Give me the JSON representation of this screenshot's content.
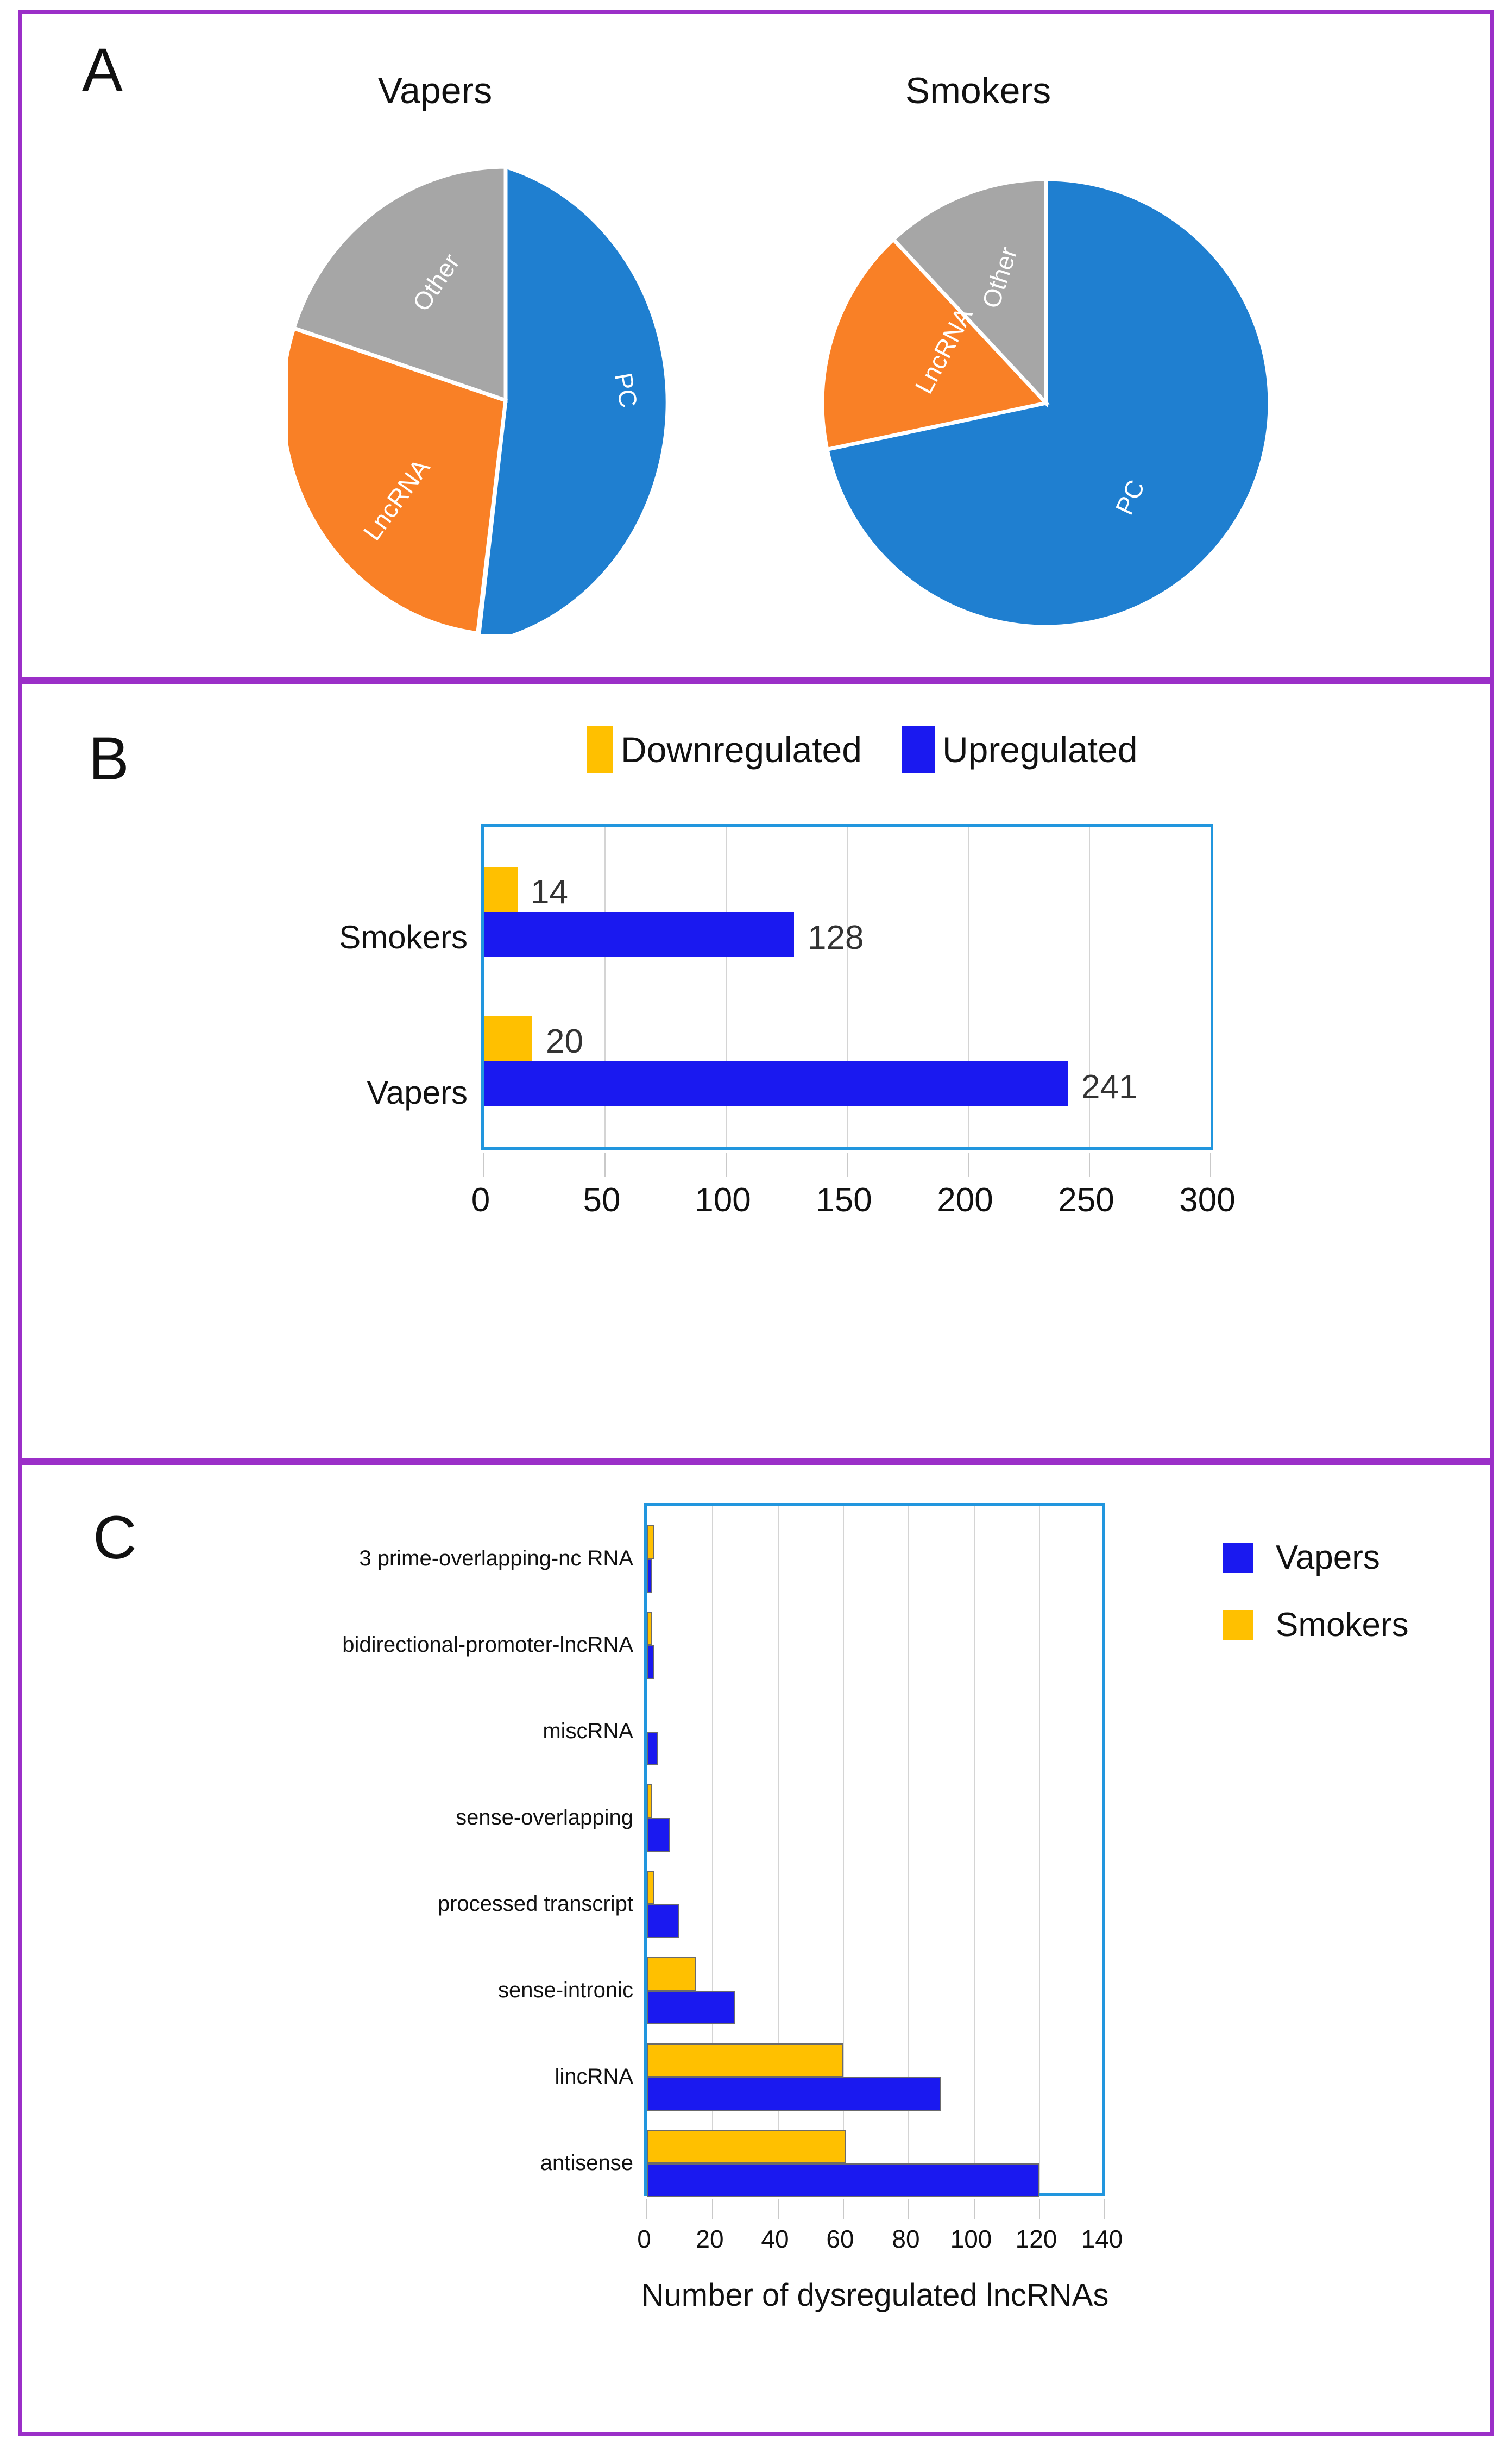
{
  "figure": {
    "border_color": "#9B2FC8",
    "background": "#ffffff"
  },
  "panel_a": {
    "letter": "A",
    "charts": [
      {
        "title": "Vapers",
        "type": "pie",
        "labels": [
          "PC",
          "LncRNA",
          "Other"
        ],
        "values": [
          52,
          28,
          20
        ],
        "colors": [
          "#1F7FD0",
          "#F98026",
          "#A6A6A6"
        ]
      },
      {
        "title": "Smokers",
        "type": "pie",
        "labels": [
          "PC",
          "LncRNA",
          "Other"
        ],
        "values": [
          78.3,
          9.7,
          12.0
        ],
        "colors": [
          "#1F7FD0",
          "#F98026",
          "#A6A6A6"
        ]
      }
    ]
  },
  "panel_b": {
    "letter": "B",
    "legend": [
      {
        "label": "Downregulated",
        "color": "#FFC000"
      },
      {
        "label": "Upregulated",
        "color": "#1A19F0"
      }
    ],
    "chart_data": {
      "type": "bar",
      "orientation": "horizontal",
      "title": "",
      "xlabel": "",
      "ylabel": "",
      "categories": [
        "Smokers",
        "Vapers"
      ],
      "series": [
        {
          "name": "Downregulated",
          "color": "#FFC000",
          "values": [
            14,
            20
          ]
        },
        {
          "name": "Upregulated",
          "color": "#1A19F0",
          "values": [
            128,
            241
          ]
        }
      ],
      "data_labels": [
        "14",
        "128",
        "20",
        "241"
      ],
      "xlim": [
        0,
        300
      ],
      "xticks": [
        0,
        50,
        100,
        150,
        200,
        250,
        300
      ],
      "xtick_labels": [
        "0",
        "50",
        "100",
        "150",
        "200",
        "250",
        "300"
      ],
      "grid": "vertical",
      "legend_position": "top"
    }
  },
  "panel_c": {
    "letter": "C",
    "legend": [
      {
        "label": "Vapers",
        "color": "#1A19F0"
      },
      {
        "label": "Smokers",
        "color": "#FFC000"
      }
    ],
    "chart_data": {
      "type": "bar",
      "orientation": "horizontal",
      "title": "",
      "xlabel": "Number of dysregulated lncRNAs",
      "ylabel": "",
      "categories": [
        "3 prime-overlapping-nc RNA",
        "bidirectional-promoter-lncRNA",
        "miscRNA",
        "sense-overlapping",
        "processed transcript",
        "sense-intronic",
        "lincRNA",
        "antisense"
      ],
      "series": [
        {
          "name": "Smokers",
          "color": "#FFC000",
          "values": [
            2,
            1,
            0,
            1,
            2,
            15,
            60,
            61
          ]
        },
        {
          "name": "Vapers",
          "color": "#1A19F0",
          "values": [
            1,
            2,
            3,
            7,
            10,
            27,
            90,
            120
          ]
        }
      ],
      "xlim": [
        0,
        140
      ],
      "xticks": [
        0,
        20,
        40,
        60,
        80,
        100,
        120,
        140
      ],
      "xtick_labels": [
        "0",
        "20",
        "40",
        "60",
        "80",
        "100",
        "120",
        "140"
      ],
      "grid": "vertical",
      "legend_position": "right"
    }
  }
}
